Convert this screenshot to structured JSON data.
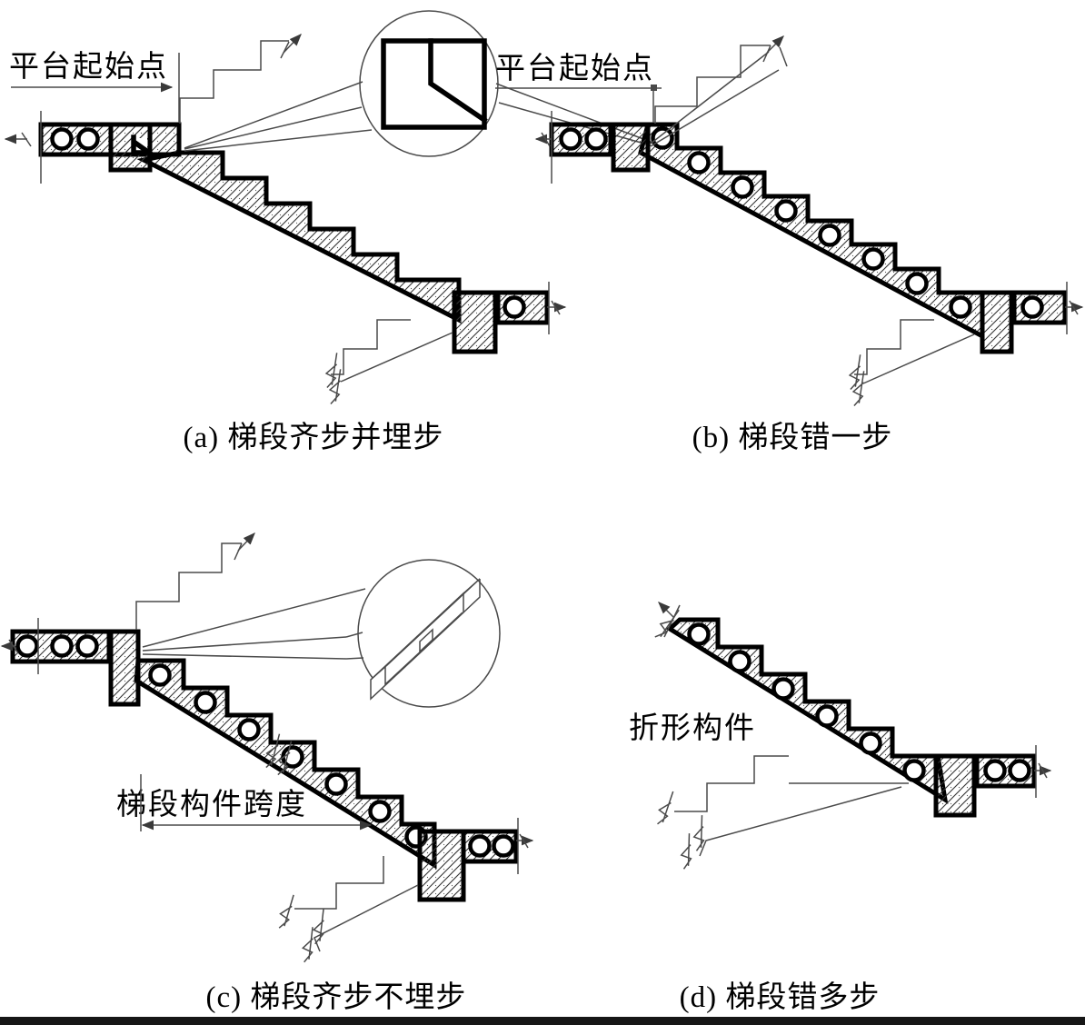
{
  "page": {
    "background": "#ffffff",
    "footer_bar_color": "#161616"
  },
  "colors": {
    "thick_line": "#000000",
    "thin_line": "#4a4a4a",
    "hatch": "#333333"
  },
  "labels": {
    "platform_start_a": "平台起始点",
    "platform_start_b": "平台起始点",
    "flight_span": "梯段构件跨度",
    "folded_member": "折形构件"
  },
  "captions": {
    "a": "(a) 梯段齐步并埋步",
    "b": "(b) 梯段错一步",
    "c": "(c) 梯段齐步不埋步",
    "d": "(d) 梯段错多步"
  }
}
